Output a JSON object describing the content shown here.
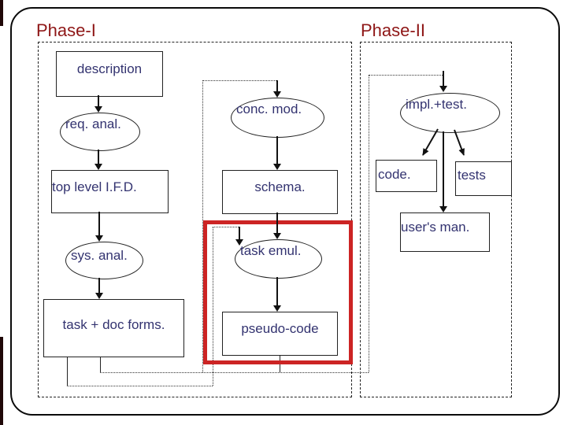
{
  "titles": {
    "phase1": "Phase-I",
    "phase2": "Phase-II"
  },
  "nodes": {
    "description": "description",
    "req_anal": "req. anal.",
    "top_level_ifd": "top level I.F.D.",
    "sys_anal": "sys. anal.",
    "task_doc_forms": "task + doc forms.",
    "conc_mod": "conc. mod.",
    "schema": "schema.",
    "task_emul": "task emul.",
    "pseudo_code": "pseudo-code",
    "impl_test": "impl.+test.",
    "code": "code.",
    "tests": "tests",
    "users_man": "user's man."
  },
  "colors": {
    "phase_title": "#8e1616",
    "node_text": "#333370",
    "diagram_line": "#111111",
    "highlight_box": "#cc2424"
  }
}
